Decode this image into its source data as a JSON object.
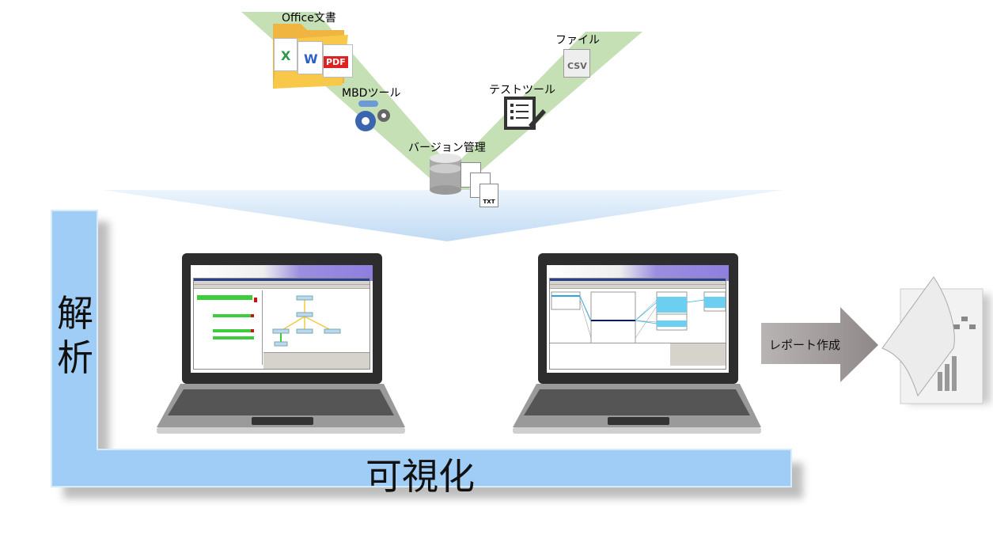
{
  "sources": {
    "office": "Office文書",
    "file": "ファイル",
    "mbd": "MBDツール",
    "test": "テストツール",
    "version": "バージョン管理"
  },
  "file_icons": {
    "csv": "CSV",
    "pdf": "PDF",
    "word": "W",
    "excel": "X",
    "txt": "TXT"
  },
  "axis": {
    "analysis": "解析",
    "visualization": "可視化"
  },
  "report": {
    "arrow_label": "レポート作成"
  },
  "colors": {
    "green_band": "#c5e0b4",
    "blue_bar": "#9fcdf5",
    "arrow": "#a9a2a2",
    "bar_green": "#3ccc3c",
    "bar_red": "#cc1010"
  }
}
